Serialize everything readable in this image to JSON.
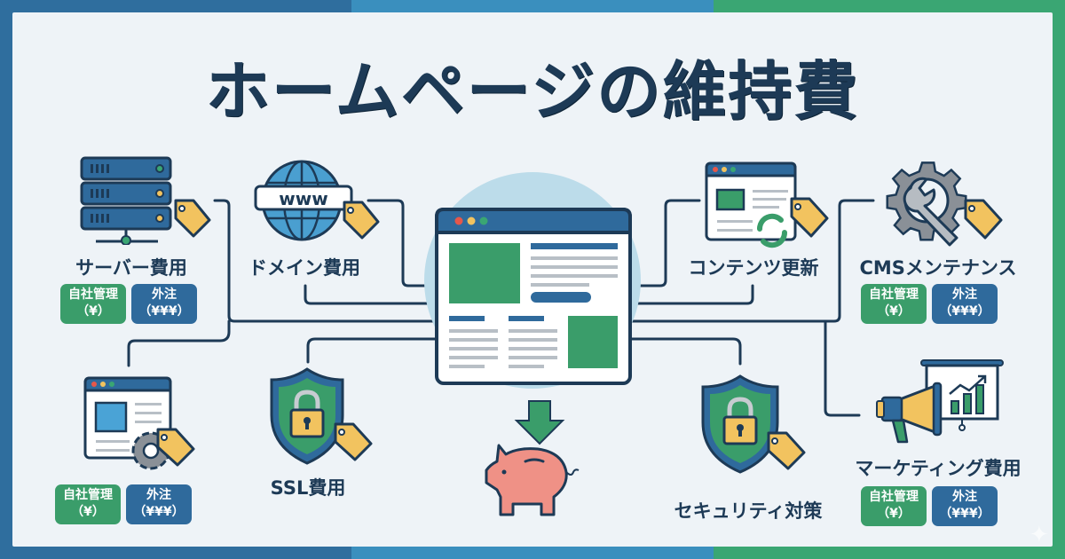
{
  "title": "ホームページの維持費",
  "colors": {
    "navy": "#1d3a56",
    "blue": "#2f6a9c",
    "green": "#3a9d6a",
    "yellow": "#f2c35f",
    "pink": "#ef9186",
    "background": "#eef3f7",
    "circle": "#bcdcea"
  },
  "center": {
    "icon": "browser-window-icon",
    "savings_icon": "piggy-bank-icon",
    "arrow_icon": "down-arrow-icon"
  },
  "items": [
    {
      "id": "server",
      "label": "サーバー費用",
      "icon": "server-rack-icon",
      "badges": {
        "self": "自社管理",
        "self_price": "（¥）",
        "out": "外注",
        "out_price": "（¥¥¥）"
      }
    },
    {
      "id": "domain",
      "label": "ドメイン費用",
      "icon": "globe-www-icon"
    },
    {
      "id": "content",
      "label": "コンテンツ更新",
      "icon": "browser-refresh-icon"
    },
    {
      "id": "cms",
      "label": "CMSメンテナンス",
      "icon": "gear-wrench-icon",
      "badges": {
        "self": "自社管理",
        "self_price": "（¥）",
        "out": "外注",
        "out_price": "（¥¥¥）"
      }
    },
    {
      "id": "site-maintenance",
      "label": "",
      "icon": "browser-gear-icon",
      "badges": {
        "self": "自社管理",
        "self_price": "（¥）",
        "out": "外注",
        "out_price": "（¥¥¥）"
      }
    },
    {
      "id": "ssl",
      "label": "SSL費用",
      "icon": "shield-lock-icon"
    },
    {
      "id": "security",
      "label": "セキュリティ対策",
      "icon": "shield-lock-icon"
    },
    {
      "id": "marketing",
      "label": "マーケティング費用",
      "icon": "megaphone-chart-icon",
      "badges": {
        "self": "自社管理",
        "self_price": "（¥）",
        "out": "外注",
        "out_price": "（¥¥¥）"
      }
    }
  ],
  "price_tag_icon": "price-tag-icon"
}
